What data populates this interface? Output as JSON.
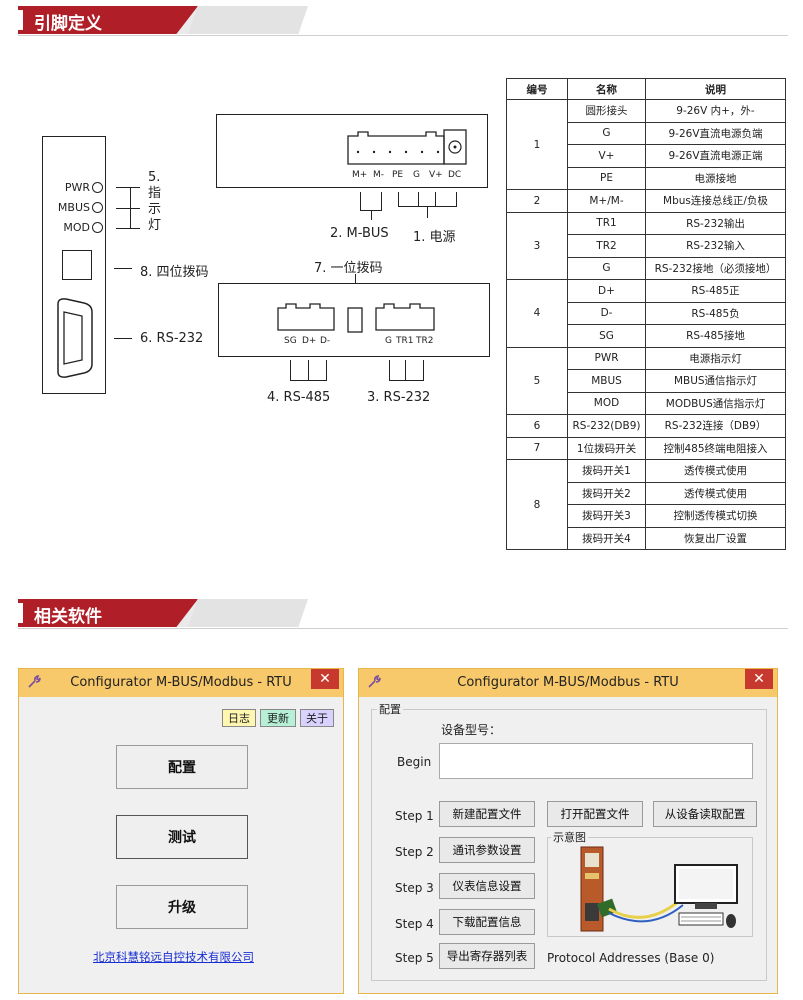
{
  "sections": {
    "pin_def": "引脚定义",
    "software": "相关软件"
  },
  "diagram": {
    "leds": [
      "PWR",
      "MBUS",
      "MOD"
    ],
    "led_label": [
      "5.",
      "指",
      "示",
      "灯"
    ],
    "dip4_label": "8. 四位拨码",
    "rs232_db9_label": "6. RS-232",
    "top_terminals": [
      "M+",
      "M-",
      "PE",
      "G",
      "V+",
      "DC"
    ],
    "mbus_label": "2. M-BUS",
    "power_label": "1. 电源",
    "dip1_label": "7. 一位拨码",
    "bottom_left_terminals": [
      "SG",
      "D+",
      "D-"
    ],
    "bottom_right_terminals": [
      "G",
      "TR1",
      "TR2"
    ],
    "rs485_label": "4. RS-485",
    "rs232_label": "3. RS-232"
  },
  "table": {
    "headers": [
      "编号",
      "名称",
      "说明"
    ],
    "groups": [
      {
        "no": "1",
        "rows": [
          [
            "圆形接头",
            "9-26V  内+，外-"
          ],
          [
            "G",
            "9-26V直流电源负端"
          ],
          [
            "V+",
            "9-26V直流电源正端"
          ],
          [
            "PE",
            "电源接地"
          ]
        ]
      },
      {
        "no": "2",
        "rows": [
          [
            "M+/M-",
            "Mbus连接总线正/负极"
          ]
        ]
      },
      {
        "no": "3",
        "rows": [
          [
            "TR1",
            "RS-232输出"
          ],
          [
            "TR2",
            "RS-232输入"
          ],
          [
            "G",
            "RS-232接地（必须接地）"
          ]
        ]
      },
      {
        "no": "4",
        "rows": [
          [
            "D+",
            "RS-485正"
          ],
          [
            "D-",
            "RS-485负"
          ],
          [
            "SG",
            "RS-485接地"
          ]
        ]
      },
      {
        "no": "5",
        "rows": [
          [
            "PWR",
            "电源指示灯"
          ],
          [
            "MBUS",
            "MBUS通信指示灯"
          ],
          [
            "MOD",
            "MODBUS通信指示灯"
          ]
        ]
      },
      {
        "no": "6",
        "rows": [
          [
            "RS-232(DB9)",
            "RS-232连接（DB9）"
          ]
        ]
      },
      {
        "no": "7",
        "rows": [
          [
            "1位拨码开关",
            "控制485终端电阻接入"
          ]
        ]
      },
      {
        "no": "8",
        "rows": [
          [
            "拨码开关1",
            "透传模式使用"
          ],
          [
            "拨码开关2",
            "透传模式使用"
          ],
          [
            "拨码开关3",
            "控制透传模式切换"
          ],
          [
            "拨码开关4",
            "恢复出厂设置"
          ]
        ]
      }
    ]
  },
  "window1": {
    "title": "Configurator M-BUS/Modbus - RTU",
    "close": "✕",
    "tags": [
      "日志",
      "更新",
      "关于"
    ],
    "tag_colors": [
      "#fff7b0",
      "#b6f0d6",
      "#d9d2ff"
    ],
    "buttons": [
      "配置",
      "测试",
      "升级"
    ],
    "link": "北京科慧铭远自控技术有限公司"
  },
  "window2": {
    "title": "Configurator M-BUS/Modbus - RTU",
    "close": "✕",
    "group": "配置",
    "device_model_label": "设备型号：",
    "begin_label": "Begin",
    "begin_value": "",
    "steps": [
      {
        "label": "Step 1",
        "button": "新建配置文件"
      },
      {
        "label": "Step 2",
        "button": "通讯参数设置"
      },
      {
        "label": "Step 3",
        "button": "仪表信息设置"
      },
      {
        "label": "Step 4",
        "button": "下载配置信息"
      },
      {
        "label": "Step 5",
        "button": "导出寄存器列表"
      }
    ],
    "open_button": "打开配置文件",
    "read_button": "从设备读取配置",
    "diagram_group": "示意图",
    "protocol_text": "Protocol Addresses (Base 0)"
  },
  "colors": {
    "accent_red": "#b01e27",
    "titlebar": "#f7c96a",
    "close": "#c7392f",
    "link": "#1a2fd1"
  }
}
